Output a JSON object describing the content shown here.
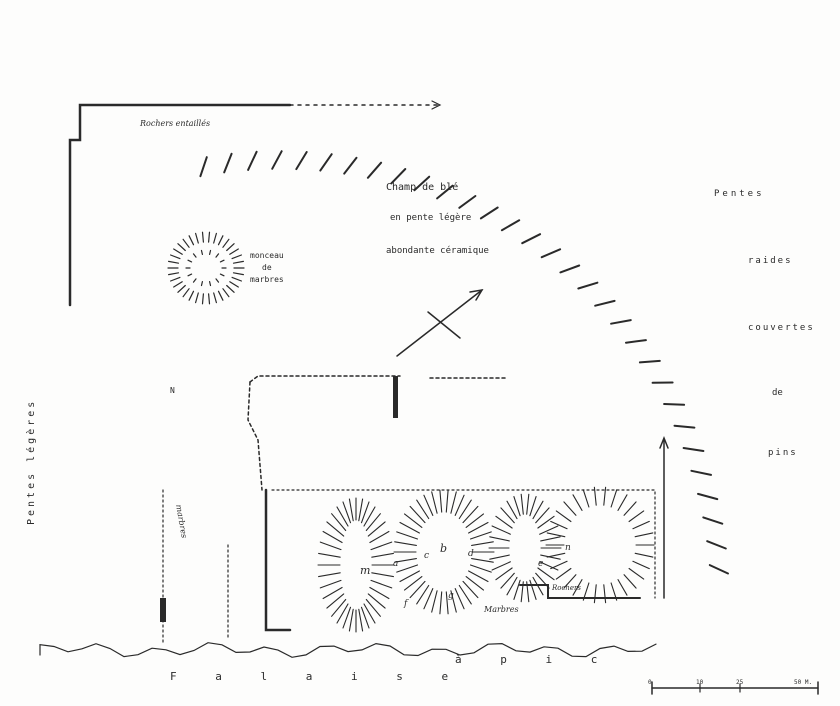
{
  "labels": {
    "rochers_entailles": "Rochers entaillés",
    "champ_line1": "Champ de blé",
    "champ_line2": "en pente légère",
    "champ_line3": "abondante céramique",
    "monceau_line1": "monceau",
    "monceau_line2": "de",
    "monceau_line3": "marbres",
    "pentes_legeres": "Pentes légères",
    "pentes_raides_1": "Pentes",
    "pentes_raides_2": "raides",
    "pentes_raides_3": "couvertes",
    "pentes_raides_4": "de",
    "pentes_raides_5": "pins",
    "marbres_vertical": "marbres",
    "marbres_bottom": "Marbres",
    "rochers_small": "Rochers",
    "n_label": "N",
    "falaise": "F a l a i s e",
    "a_pic": "à   p i c",
    "m": "m",
    "a": "a",
    "b": "b",
    "c": "c",
    "d": "d",
    "e": "e",
    "n_small": "n",
    "g": "g",
    "f": "f"
  },
  "scale": {
    "label_zero": "0",
    "label_10": "10",
    "label_25": "25",
    "label_50": "50 M."
  },
  "colors": {
    "ink": "#2a2a2a",
    "paper": "#fdfdfc"
  }
}
